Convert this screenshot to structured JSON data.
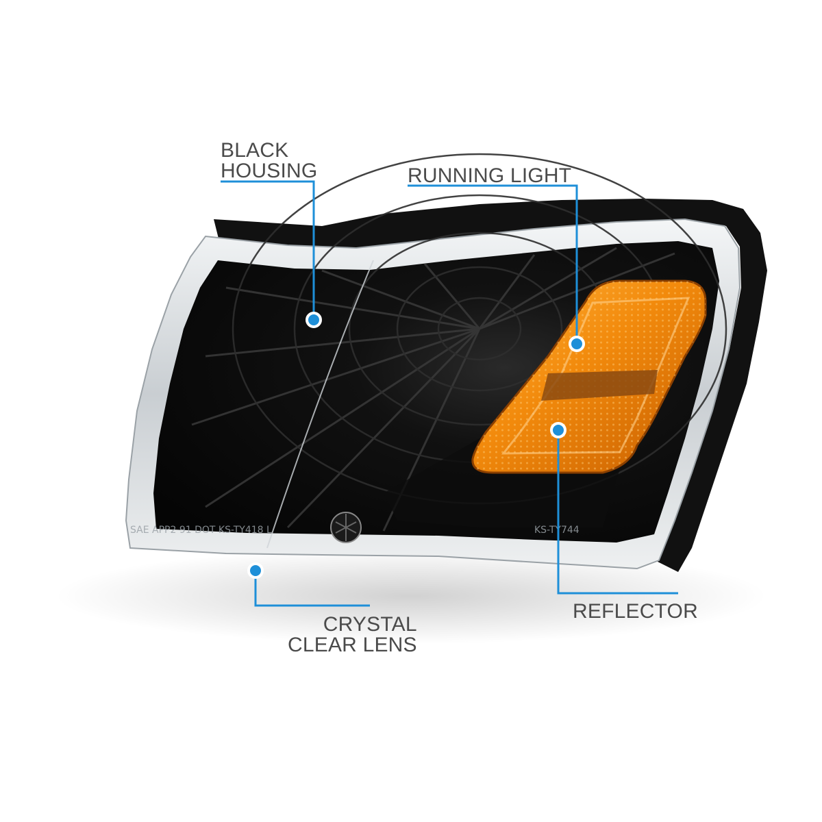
{
  "callouts": {
    "black_housing": {
      "line1": "BLACK",
      "line2": "HOUSING"
    },
    "running_light": {
      "text": "RUNNING LIGHT"
    },
    "reflector": {
      "text": "REFLECTOR"
    },
    "crystal_clear_lens": {
      "line1": "CRYSTAL",
      "line2": "CLEAR LENS"
    }
  },
  "lens_markings": {
    "left": "SAE APP2 91 DOT KS-TY418 L",
    "right": "KS-TY744"
  },
  "colors": {
    "callout_blue": "#1e8fd8",
    "label_gray": "#4a4a4a",
    "amber": "#f08a0c",
    "housing_black": "#0b0b0b",
    "chrome_trim": "#d9dde0"
  }
}
